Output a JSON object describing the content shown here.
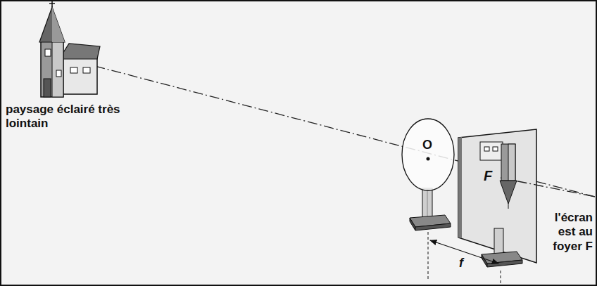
{
  "diagram": {
    "nodes": [
      {
        "text": [
          "O"
        ]
      },
      {
        "text": [
          "F"
        ]
      }
    ],
    "labels": [
      "paysage éclairé très lointain",
      "f",
      "l'écran est au foyer F"
    ]
  }
}
